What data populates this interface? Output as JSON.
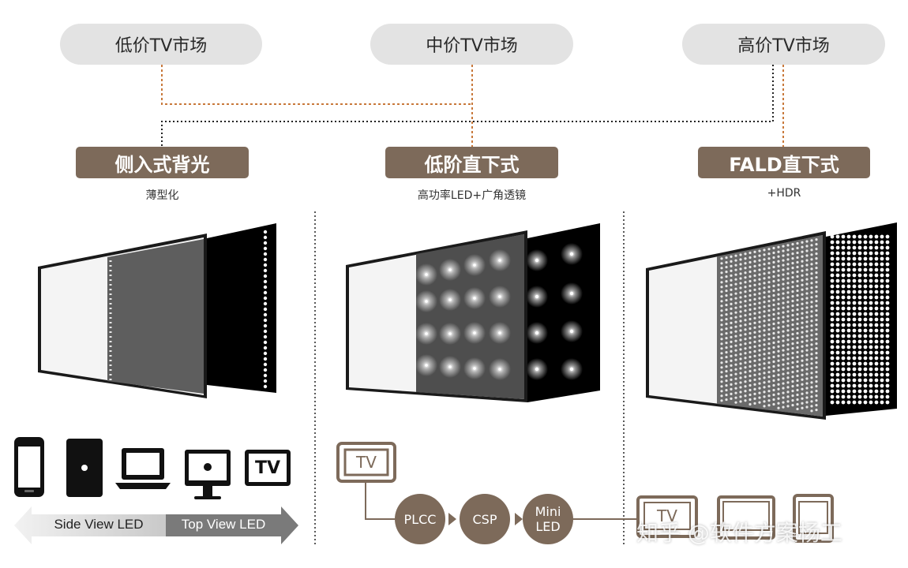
{
  "markets": [
    "低价TV市场",
    "中价TV市场",
    "高价TV市场"
  ],
  "backlights": [
    {
      "title": "侧入式背光",
      "subtitle": "薄型化"
    },
    {
      "title": "低阶直下式",
      "subtitle": "高功率LED+广角透镜"
    },
    {
      "title": "FALD直下式",
      "subtitle": "+HDR"
    }
  ],
  "devices": {
    "tv_label": "TV"
  },
  "arrow": {
    "left": "Side View LED",
    "right": "Top View LED"
  },
  "evolution": {
    "tv_label": "TV",
    "steps": [
      "PLCC",
      "CSP",
      "Mini\nLED"
    ]
  },
  "watermark": "知乎 @软件方案杨工",
  "colors": {
    "brand_brown": "#7d6a5a",
    "pill_gray": "#e3e3e3",
    "orange_dotted": "#c8783a"
  }
}
